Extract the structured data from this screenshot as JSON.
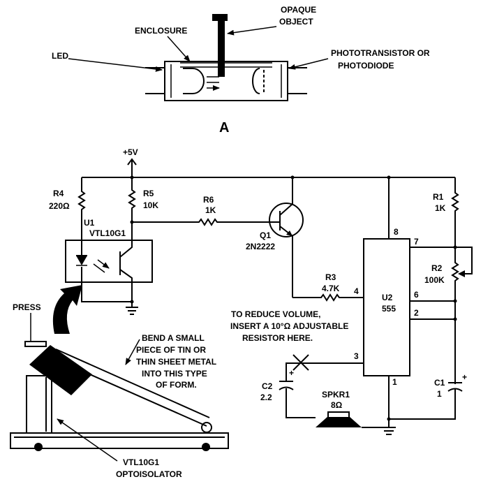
{
  "figure_a": {
    "led": "LED",
    "enclosure": "ENCLOSURE",
    "opaque_1": "OPAQUE",
    "opaque_2": "OBJECT",
    "photo_1": "PHOTOTRANSISTOR OR",
    "photo_2": "PHOTODIODE",
    "caption": "A"
  },
  "supply": "+5V",
  "components": {
    "r4": {
      "name": "R4",
      "value": "220Ω"
    },
    "r5": {
      "name": "R5",
      "value": "10K"
    },
    "r6": {
      "name": "R6",
      "value": "1K"
    },
    "u1": {
      "name": "U1",
      "part": "VTL10G1"
    },
    "q1": {
      "name": "Q1",
      "part": "2N2222"
    },
    "r3": {
      "name": "R3",
      "value": "4.7K"
    },
    "u2": {
      "name": "U2",
      "part": "555"
    },
    "r1": {
      "name": "R1",
      "value": "1K"
    },
    "r2": {
      "name": "R2",
      "value": "100K"
    },
    "c1": {
      "name": "C1",
      "value": "1"
    },
    "c2": {
      "name": "C2",
      "value": "2.2"
    },
    "spkr": {
      "name": "SPKR1",
      "value": "8Ω"
    }
  },
  "pins": {
    "p8": "8",
    "p7": "7",
    "p4": "4",
    "p6": "6",
    "p2": "2",
    "p3": "3",
    "p1": "1"
  },
  "note": {
    "line1": "TO REDUCE VOLUME,",
    "line2": "INSERT A 10°Ω ADJUSTABLE",
    "line3": "RESISTOR HERE."
  },
  "mechanism": {
    "press": "PRESS",
    "bend_1": "BEND A SMALL",
    "bend_2": "PIECE OF TIN OR",
    "bend_3": "THIN SHEET METAL",
    "bend_4": "INTO THIS TYPE",
    "bend_5": "OF FORM.",
    "opto_1": "VTL10G1",
    "opto_2": "OPTOISOLATOR"
  }
}
